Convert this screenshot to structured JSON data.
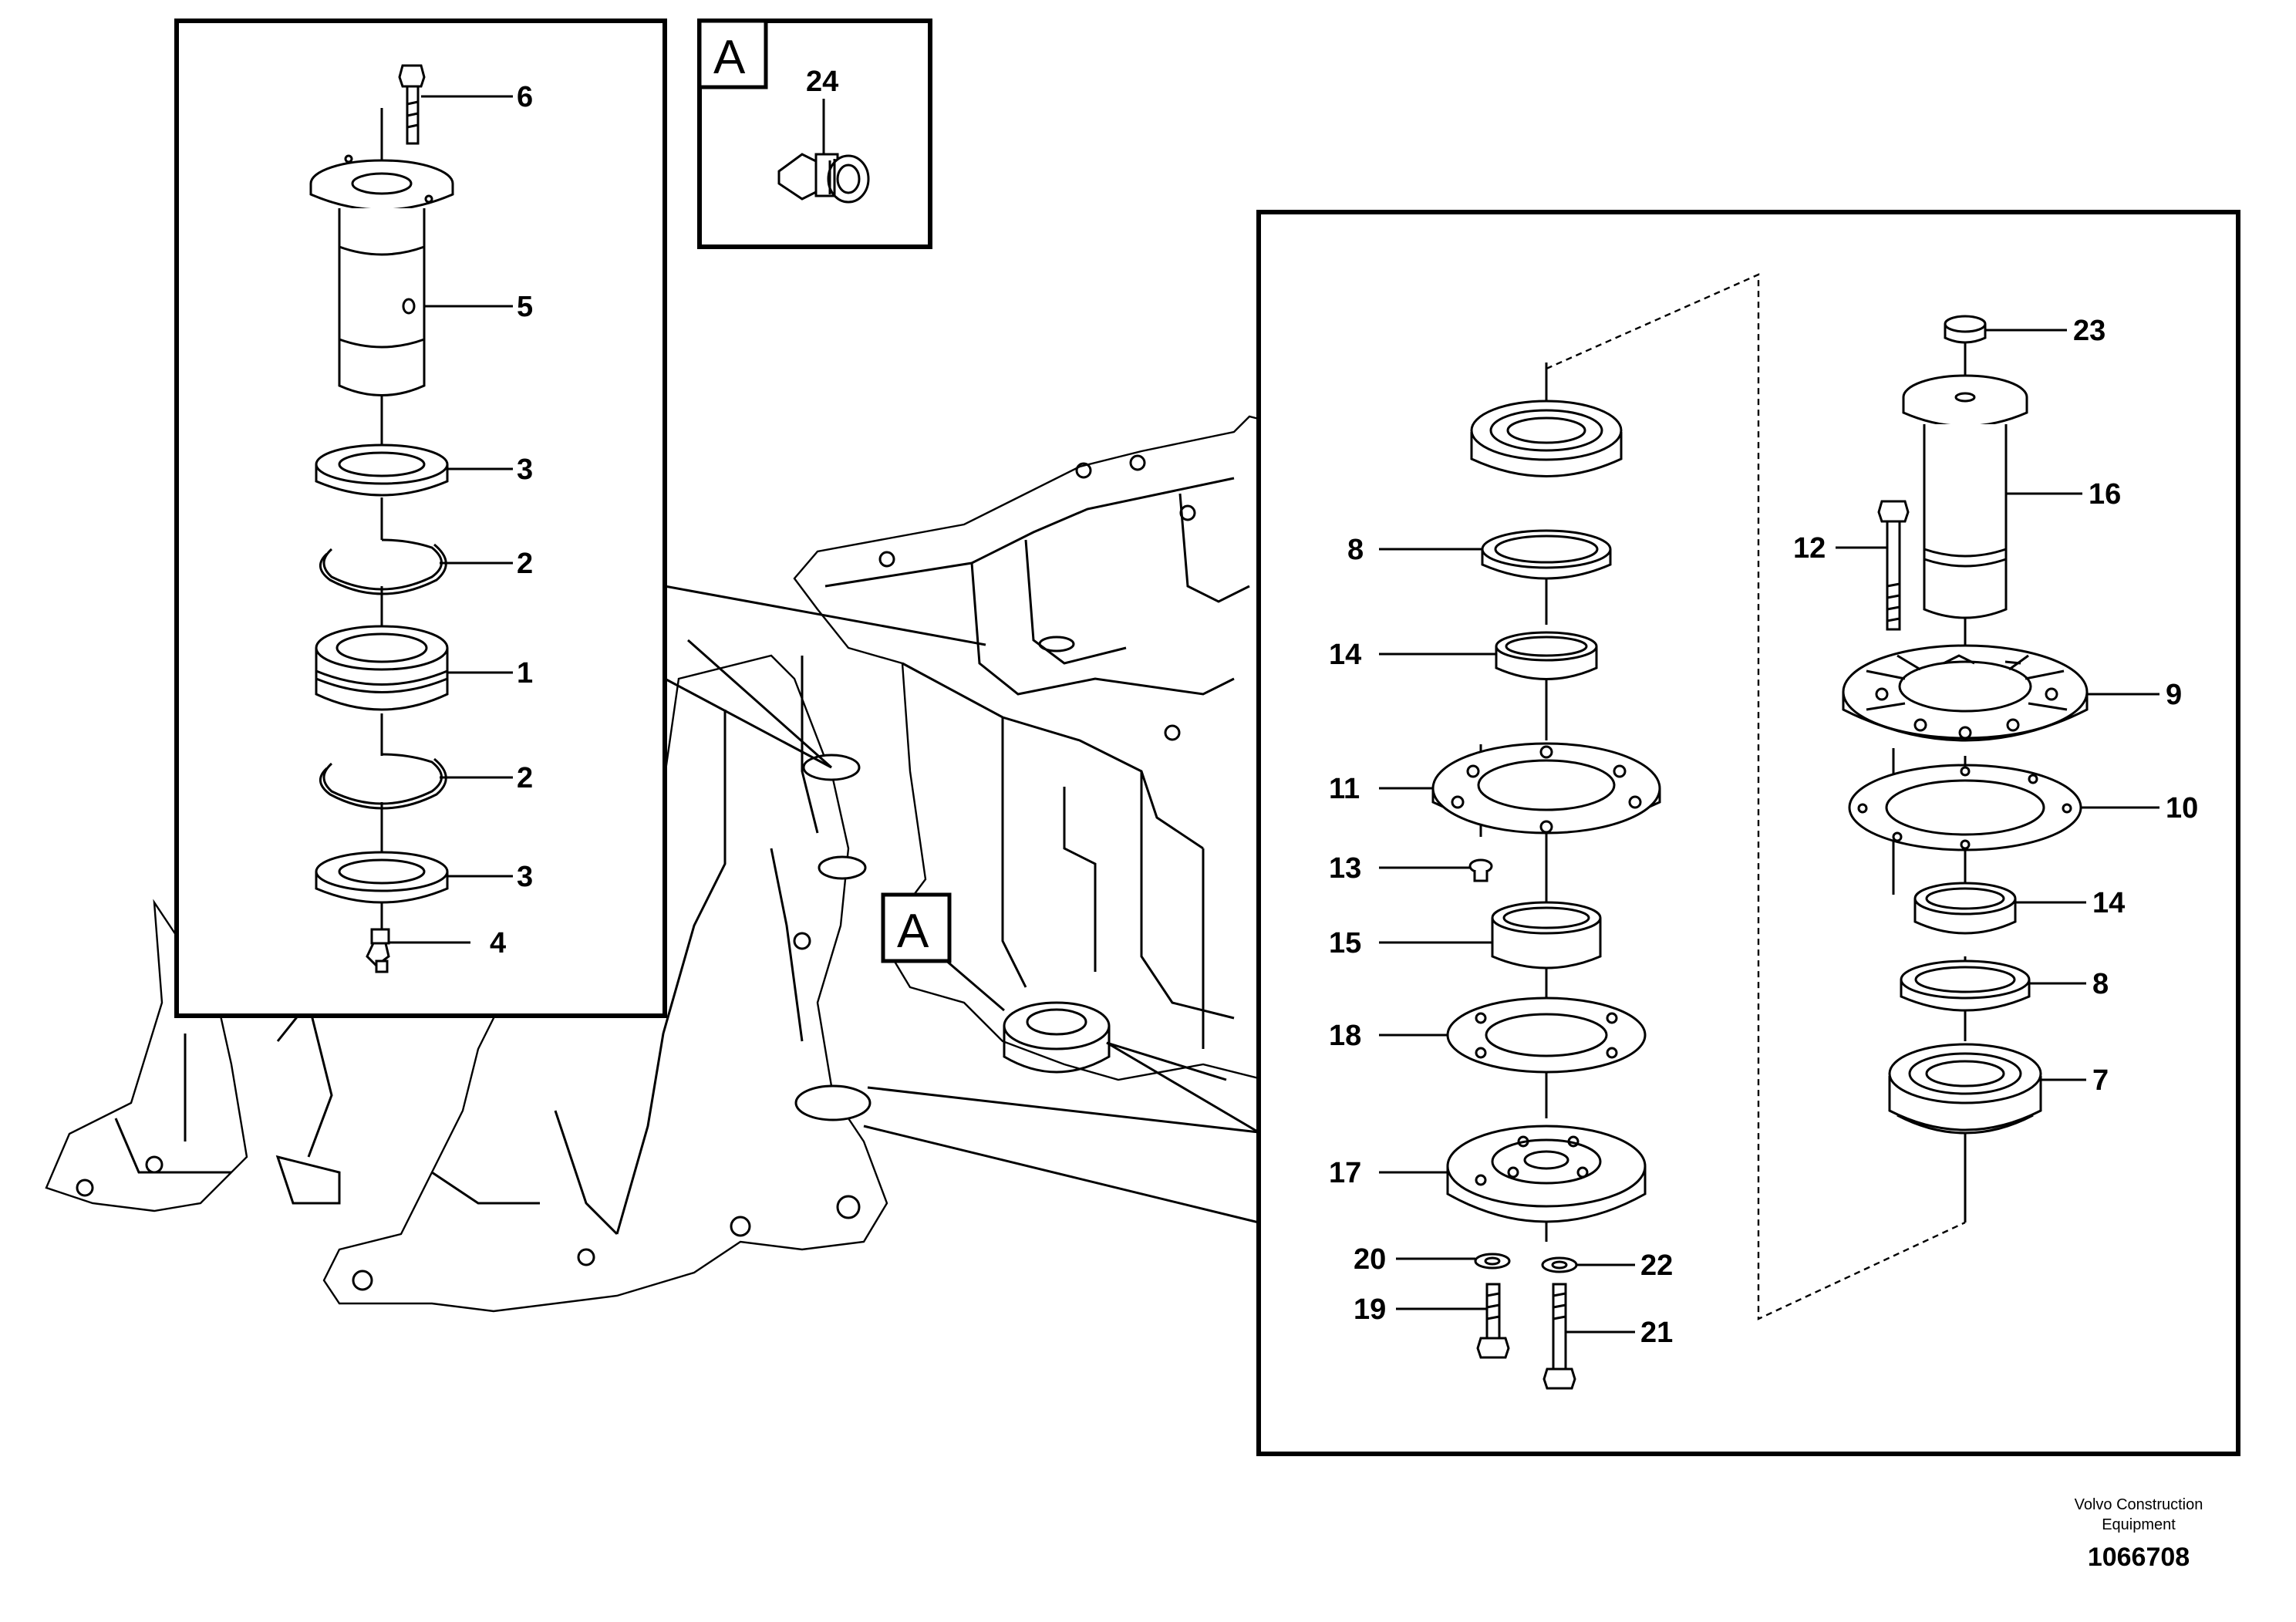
{
  "footer": {
    "brand_line1": "Volvo Construction",
    "brand_line2": "Equipment",
    "document_number": "1066708"
  },
  "detail_labels": {
    "panel_letter": "A",
    "frame_letter": "A"
  },
  "left_panel": {
    "callouts": [
      "6",
      "5",
      "3",
      "2",
      "1",
      "2",
      "3",
      "4"
    ]
  },
  "detail_a_panel": {
    "callouts": [
      "24"
    ]
  },
  "right_panel": {
    "callouts": [
      "8",
      "14",
      "11",
      "13",
      "15",
      "18",
      "17",
      "20",
      "19",
      "22",
      "21",
      "23",
      "16",
      "12",
      "9",
      "10",
      "14",
      "8",
      "7"
    ]
  }
}
